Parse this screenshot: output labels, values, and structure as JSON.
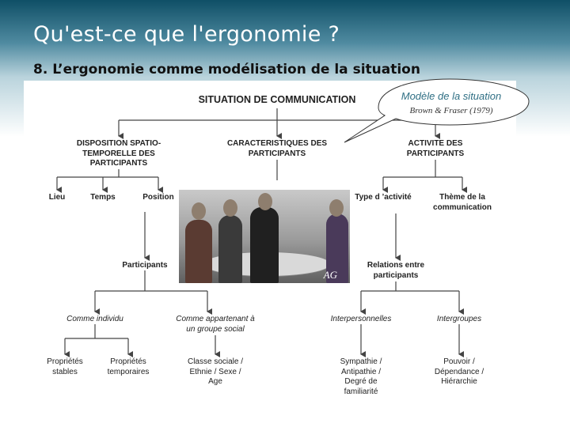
{
  "slide": {
    "title": "Qu'est-ce que l'ergonomie ?",
    "subtitle": "8. L’ergonomie comme modélisation de la situation"
  },
  "bubble": {
    "title": "Modèle de la situation",
    "citation": "Brown & Fraser (1979)"
  },
  "photo": {
    "label": "AG"
  },
  "diagram": {
    "root": "SITUATION DE COMMUNICATION",
    "level1": [
      "DISPOSITION SPATIO-\nTEMPORELLE DES\nPARTICIPANTS",
      "CARACTERISTIQUES DES\nPARTICIPANTS",
      "ACTIVITE DES\nPARTICIPANTS"
    ],
    "disposition_children": [
      "Lieu",
      "Temps",
      "Position"
    ],
    "activite_children": [
      "Type d ’activité",
      "Thème de la\ncommunication"
    ],
    "level2": [
      "Participants",
      "Relations entre\nparticipants"
    ],
    "participants_children": [
      "Comme individu",
      "Comme appartenant à\nun groupe social"
    ],
    "relations_children": [
      "Interpersonnelles",
      "Intergroupes"
    ],
    "leaves": [
      "Propriétés\nstables",
      "Propriétés\ntemporaires",
      "Classe sociale /\nEthnie / Sexe /\nAge",
      "Sympathie /\nAntipathie /\nDegré de\nfamiliarité",
      "Pouvoir /\nDépendance /\nHiérarchie"
    ]
  }
}
